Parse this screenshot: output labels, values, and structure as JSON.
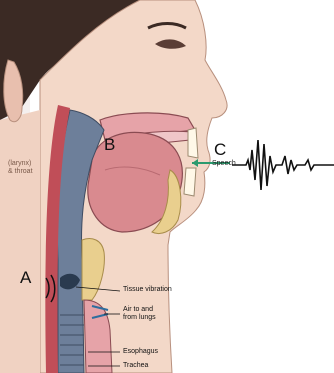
{
  "figure": {
    "markers": {
      "a": "A",
      "b": "B",
      "c": "C"
    },
    "labels": {
      "throat_small": "(larynx)\n& throat",
      "speech": "Speech",
      "tissue_vibration": "Tissue vibration",
      "air_to_from_lungs": "Air to and\nfrom lungs",
      "esophagus": "Esophagus",
      "trachea": "Trachea"
    },
    "colors": {
      "skin": "#f3d8c8",
      "skin_shadow": "#e2b7a4",
      "hair": "#3b2a24",
      "tissue_pink": "#e6a3a8",
      "tongue": "#d98a8f",
      "airway": "#6d7f9a",
      "bone_yellow": "#e9cf8e",
      "speech_arrow": "#2b9a6e",
      "waveform": "#111111"
    }
  }
}
